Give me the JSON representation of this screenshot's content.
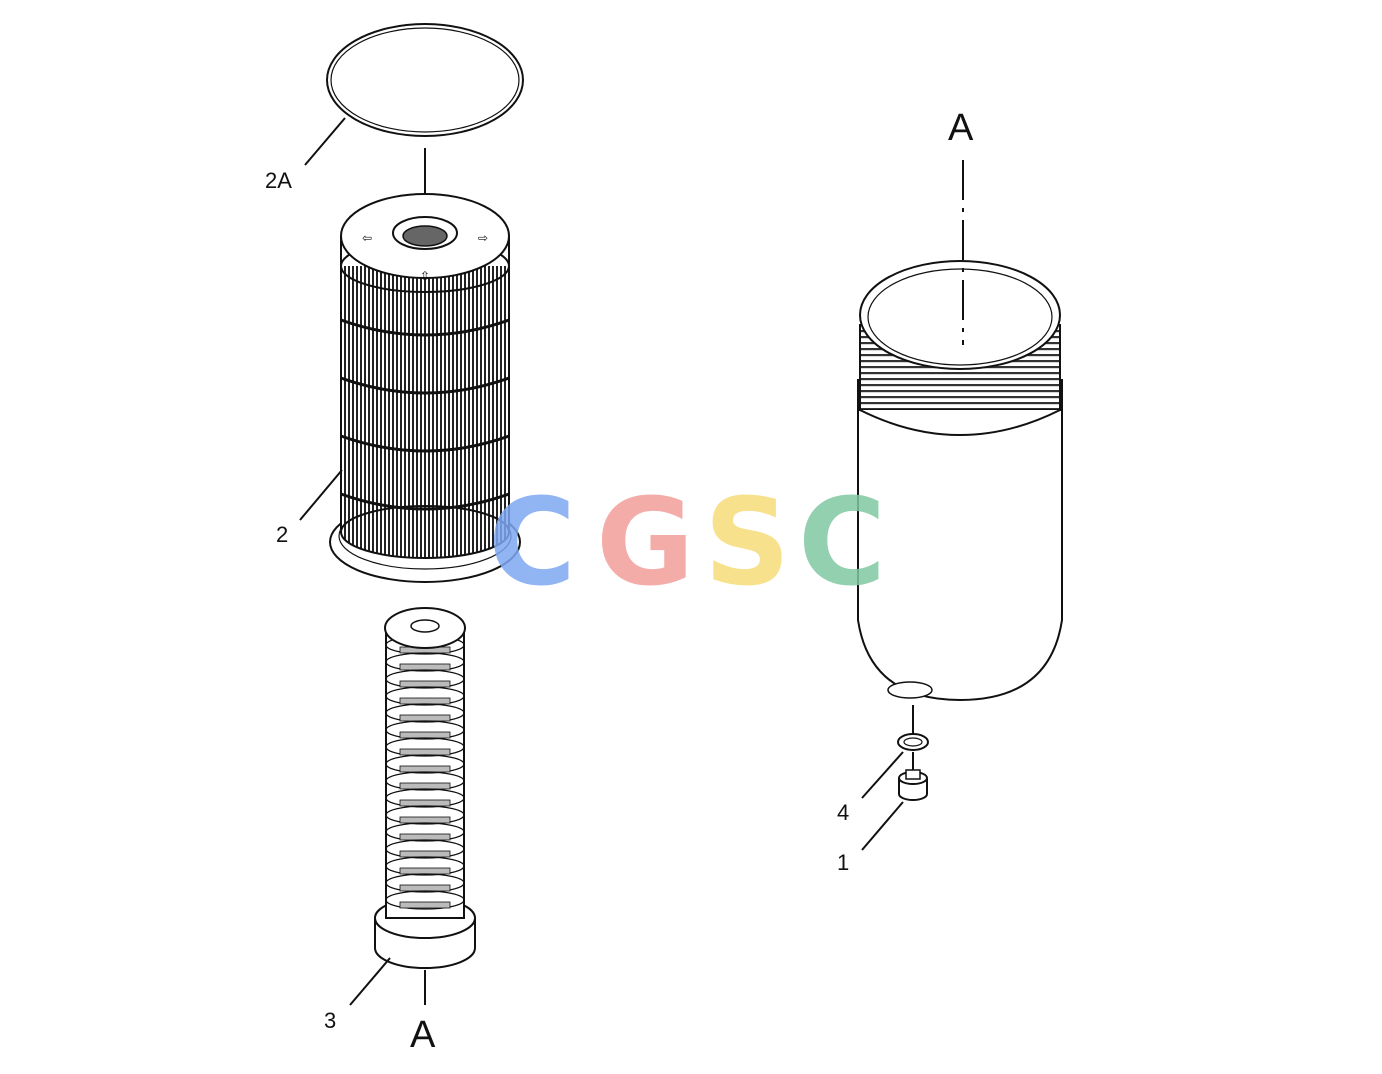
{
  "callouts": {
    "part_2a": "2A",
    "part_2": "2",
    "part_3": "3",
    "part_4": "4",
    "part_1": "1"
  },
  "references": {
    "top_ref": "A",
    "bottom_ref": "A"
  },
  "watermark": {
    "letters": [
      "C",
      "G",
      "S",
      "C"
    ],
    "colors": [
      "#7ea7f2",
      "#f29e9a",
      "#f7dc7a",
      "#7fc8a2"
    ]
  },
  "colors": {
    "line": "#111111",
    "background": "#ffffff"
  }
}
